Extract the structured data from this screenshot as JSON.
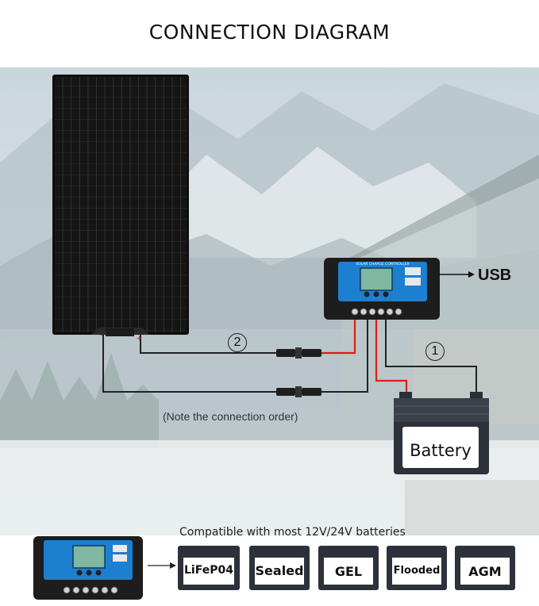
{
  "title": "CONNECTION DIAGRAM",
  "usb_label": "USB",
  "step_1": "1",
  "step_2": "2",
  "note": "(Note the connection order)",
  "controller_title": "SOLAR CHARGE CONTROLLER",
  "battery_label": "Battery",
  "compatible_text": "Compatible with most 12V/24V batteries",
  "battery_types": [
    "LiFeP04",
    "Sealed",
    "GEL",
    "Flooded",
    "AGM"
  ],
  "panel_plus": "+",
  "panel_minus": "-",
  "colors": {
    "wire_red": "#e31b1b",
    "wire_black": "#1a1a1a",
    "controller_blue": "#1c7fd0"
  }
}
